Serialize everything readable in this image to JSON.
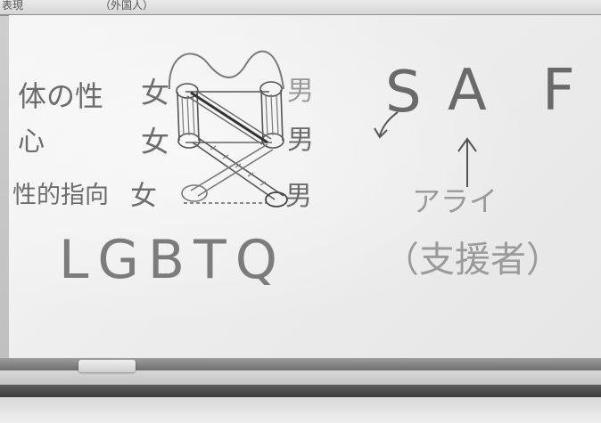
{
  "top_strip": {
    "left_text": "表現",
    "mid_text": "（外国人）"
  },
  "board": {
    "rows": [
      {
        "label": "体の性",
        "left": "女",
        "right": "男"
      },
      {
        "label": "心",
        "left": "女",
        "right": "男"
      },
      {
        "label": "性的指向",
        "left": "女",
        "right": "男"
      }
    ],
    "acronym": "LGBTQ",
    "saf_letters": [
      "S",
      "A",
      "F"
    ],
    "ally_label": "アライ",
    "supporter_label": "（支援者）"
  }
}
